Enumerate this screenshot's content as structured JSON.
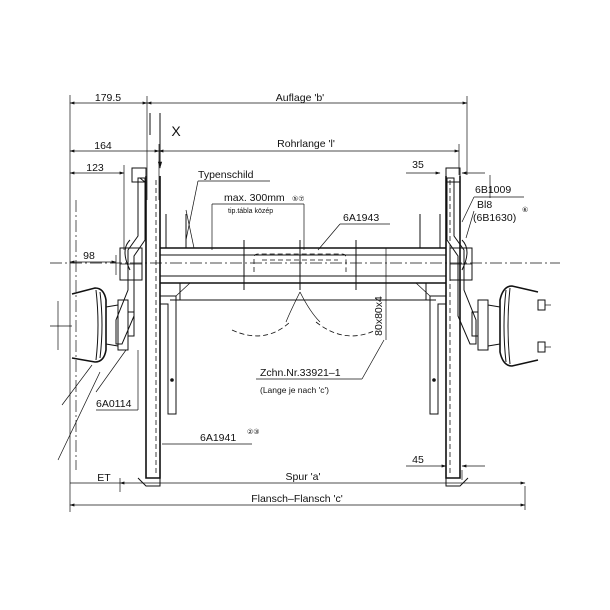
{
  "dimensions": {
    "auflage": "Auflage 'b'",
    "d179": "179.5",
    "rohrlange": "Rohrlange 'l'",
    "d164": "164",
    "d123": "123",
    "d35": "35",
    "d98": "98",
    "d45": "45",
    "spur": "Spur 'a'",
    "et": "ET",
    "flansch": "Flansch–Flansch 'c'",
    "profile": "80x80x4"
  },
  "labels": {
    "section_x": "X",
    "typenschild": "Typenschild",
    "max_300": "max. 300mm",
    "note_57": "⑤⑦",
    "tip_tabla": "tip.tábla közép",
    "part_6a1943": "6A1943",
    "part_6b1009": "6B1009",
    "part_bl8": "Bl8",
    "part_6b1630": "(6B1630)",
    "note_6": "⑥",
    "zchn": "Zchn.Nr.33921–1",
    "lange_nach": "(Lange je nach 'c')",
    "part_6a0114": "6A0114",
    "part_6a1941": "6A1941",
    "note_23": "②③"
  }
}
